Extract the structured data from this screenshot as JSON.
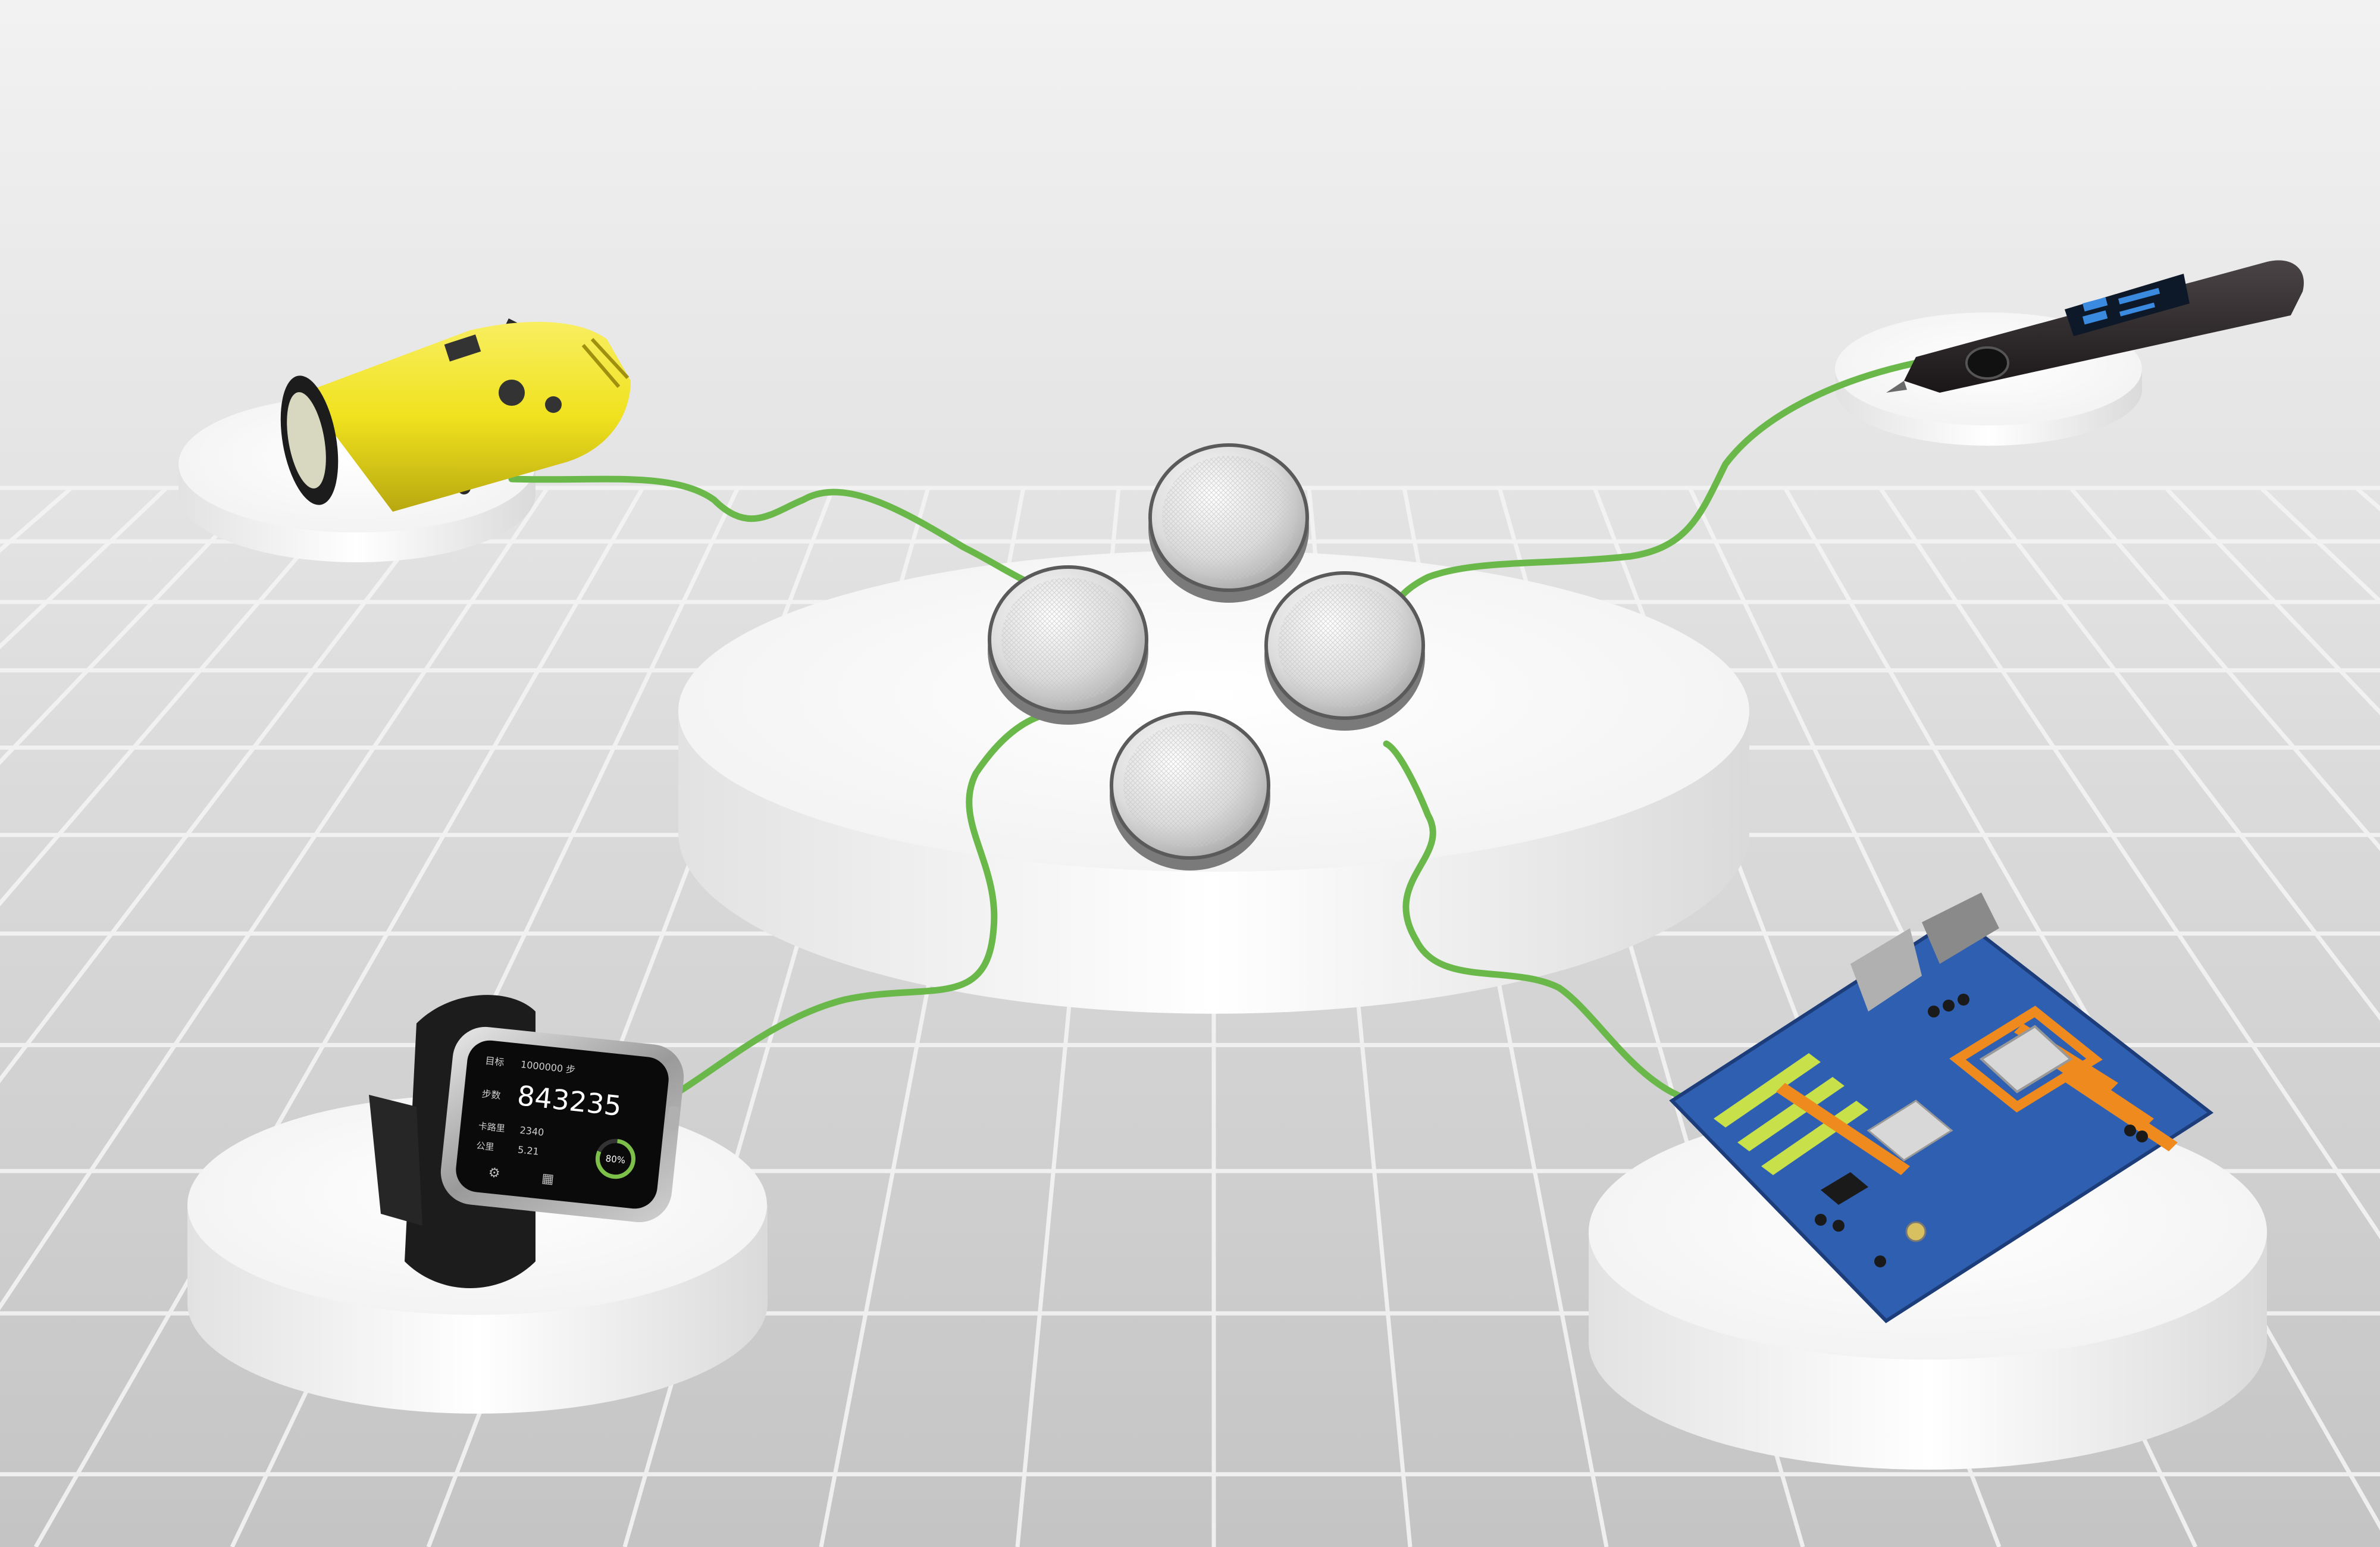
{
  "scene": {
    "background_top": "#f2f2f2",
    "background_bottom": "#c4c4c4",
    "grid_color": "#f4f4f4",
    "cable_color": "#6ab84a",
    "pedestal_color": "#ffffff"
  },
  "devices": {
    "flashlight": {
      "icon": "flashlight-icon",
      "body_color": "#f0e21e"
    },
    "smart_pen": {
      "icon": "smart-pen-icon",
      "body_color": "#2a2628",
      "screen_color": "#3a8ae0"
    },
    "smartwatch": {
      "icon": "smartwatch-icon",
      "screen": {
        "top_row_label": "目标",
        "top_row_value": "1000000 步",
        "steps_label": "步数",
        "steps_value": "843235",
        "row2_label": "卡路里",
        "row2_value": "2340",
        "row3_label": "公里",
        "row3_value": "5.21",
        "progress_text": "80%",
        "progress": 0.8
      }
    },
    "motherboard": {
      "icon": "motherboard-icon",
      "pcb_color": "#2f5fb0",
      "accent_color": "#ee8a1e",
      "slot_color": "#c8e04a"
    }
  },
  "batteries": {
    "count": 4,
    "icon": "coin-cell-battery-icon"
  }
}
